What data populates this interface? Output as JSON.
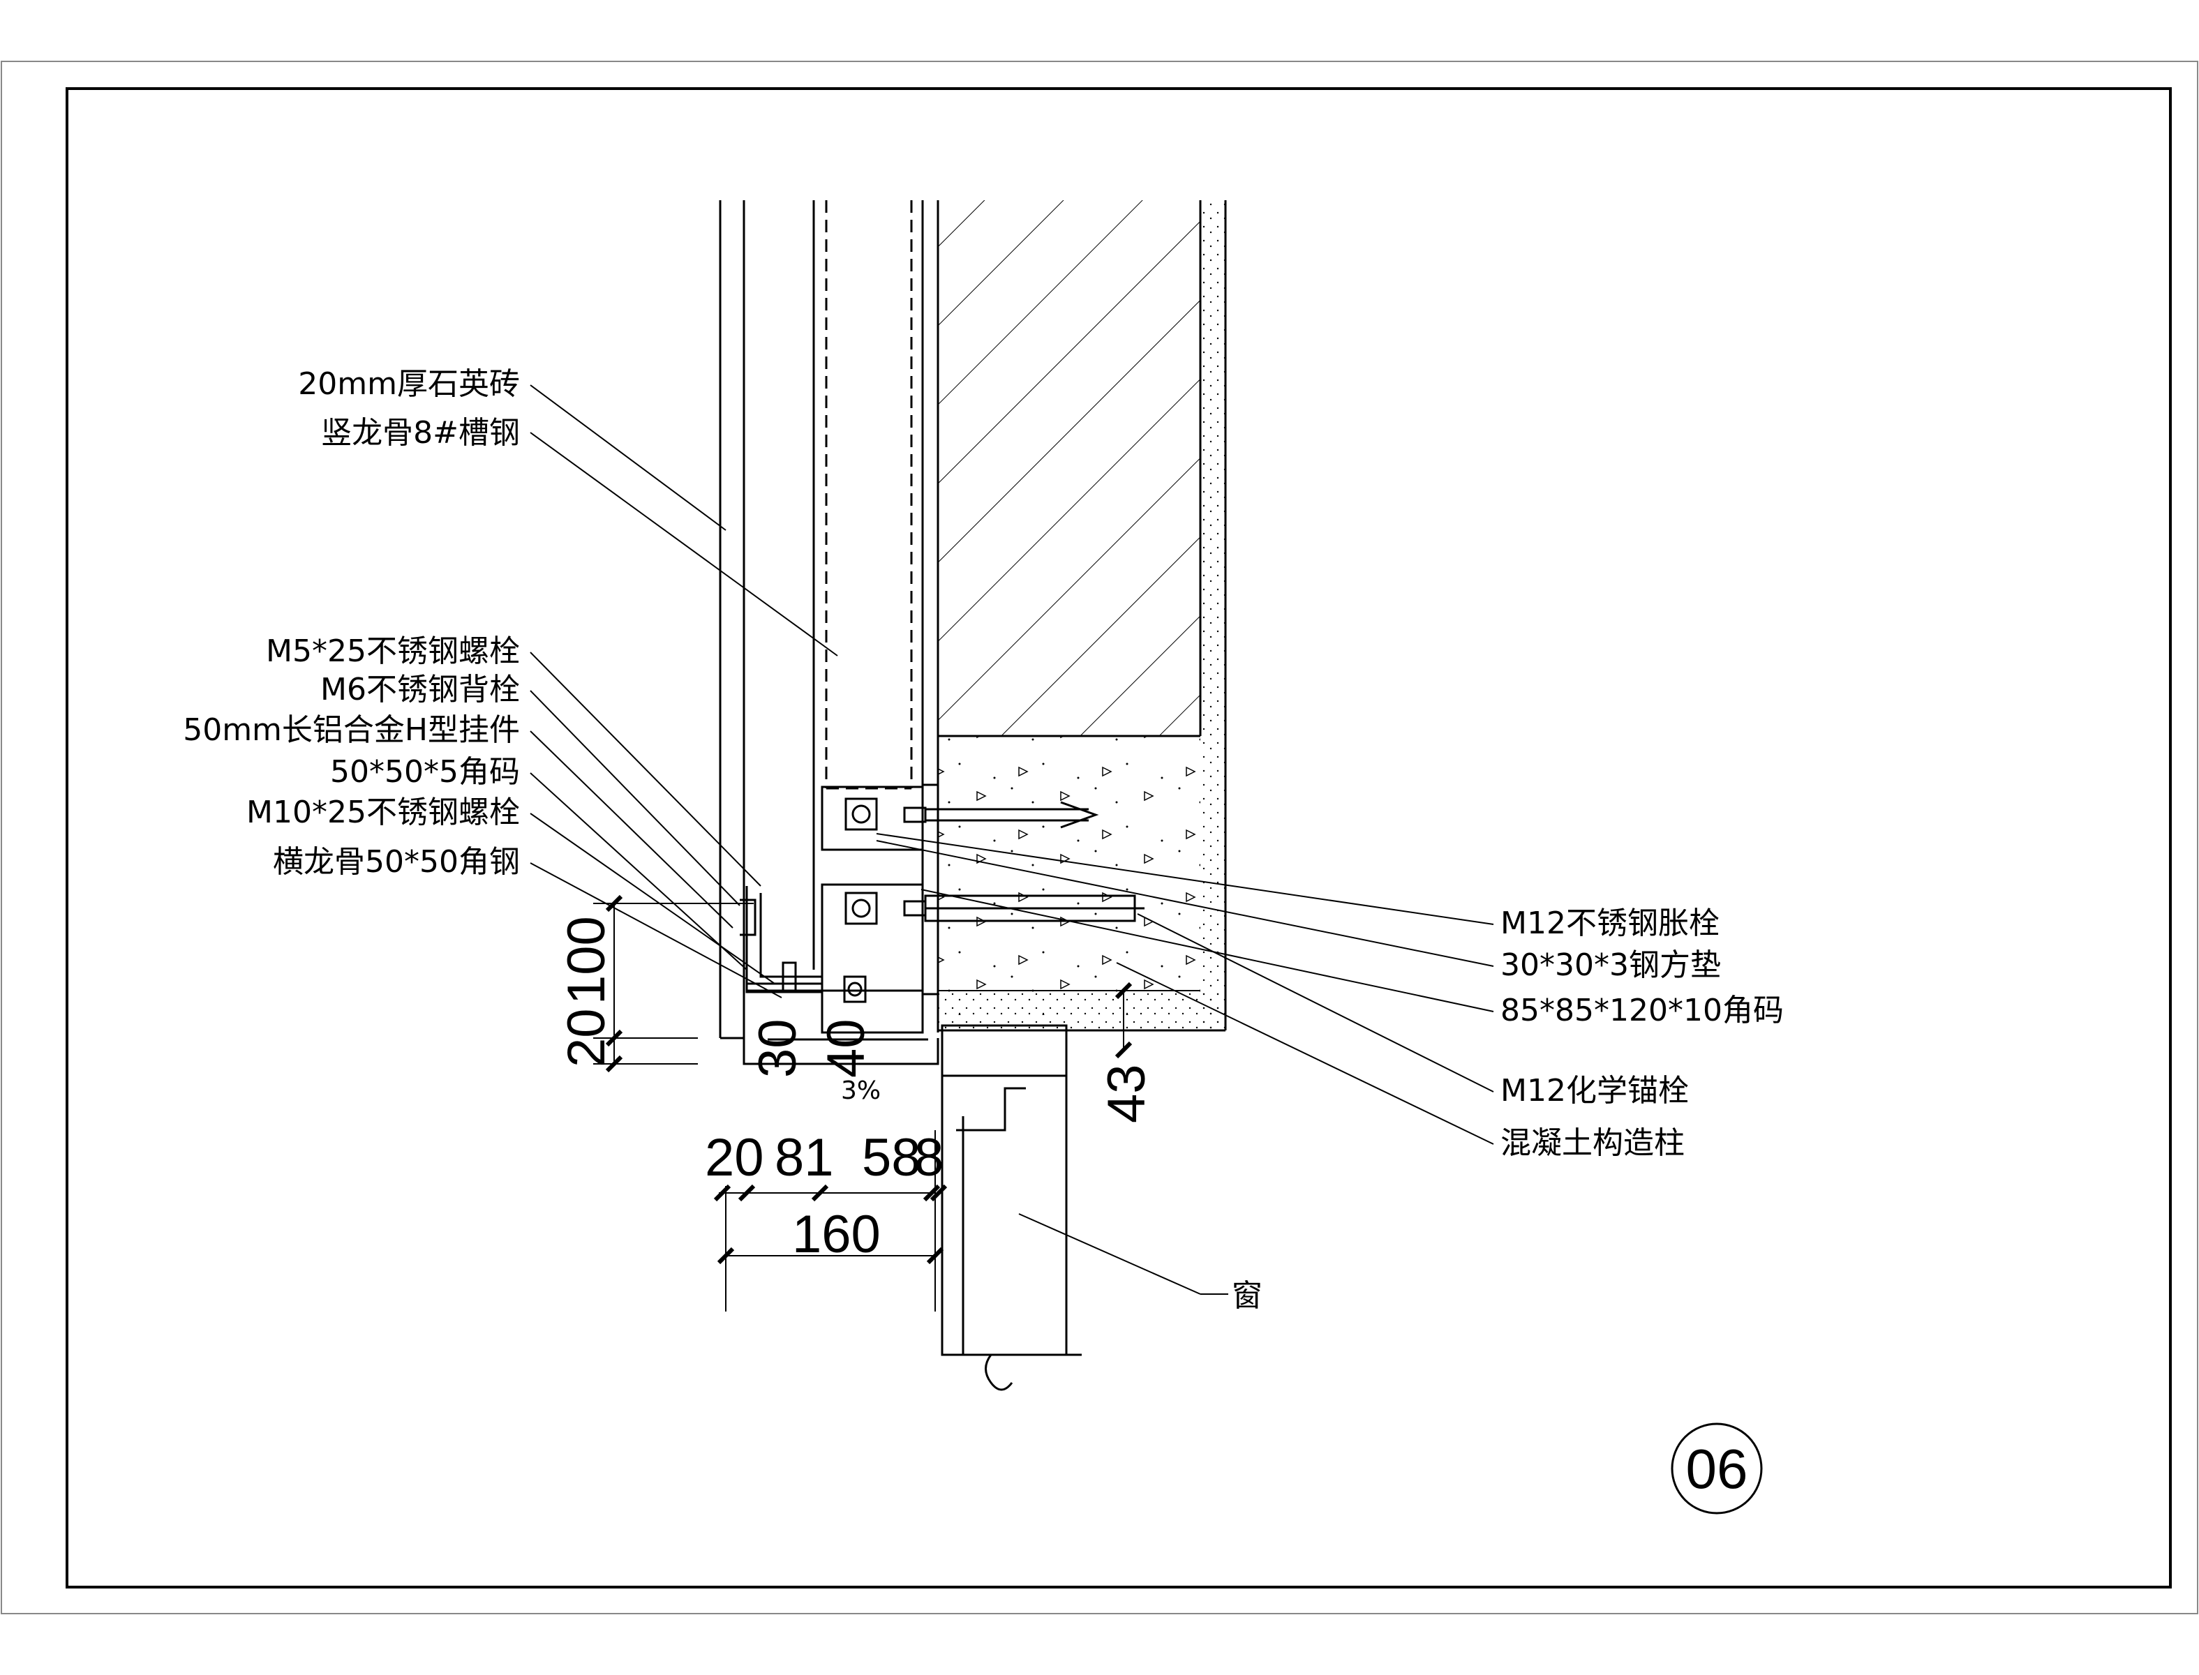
{
  "drawing": {
    "badge": "06",
    "left_labels": [
      "20mm厚石英砖",
      "竖龙骨8#槽钢",
      "M5*25不锈钢螺栓",
      "M6不锈钢背栓",
      "50mm长铝合金H型挂件",
      "50*50*5角码",
      "M10*25不锈钢螺栓",
      "横龙骨50*50角钢"
    ],
    "right_labels": [
      "M12不锈钢胀栓",
      "30*30*3钢方垫",
      "85*85*120*10角码",
      "M12化学锚栓",
      "混凝土构造柱"
    ],
    "window_label": "窗",
    "dimensions": {
      "vertical_100": "100",
      "vertical_20": "20",
      "vertical_40": "40",
      "vertical_30": "30",
      "vertical_43": "43",
      "horizontal_20": "20",
      "horizontal_81": "81",
      "horizontal_58": "58",
      "horizontal_8": "8",
      "horizontal_160": "160",
      "slope": "3%"
    }
  }
}
